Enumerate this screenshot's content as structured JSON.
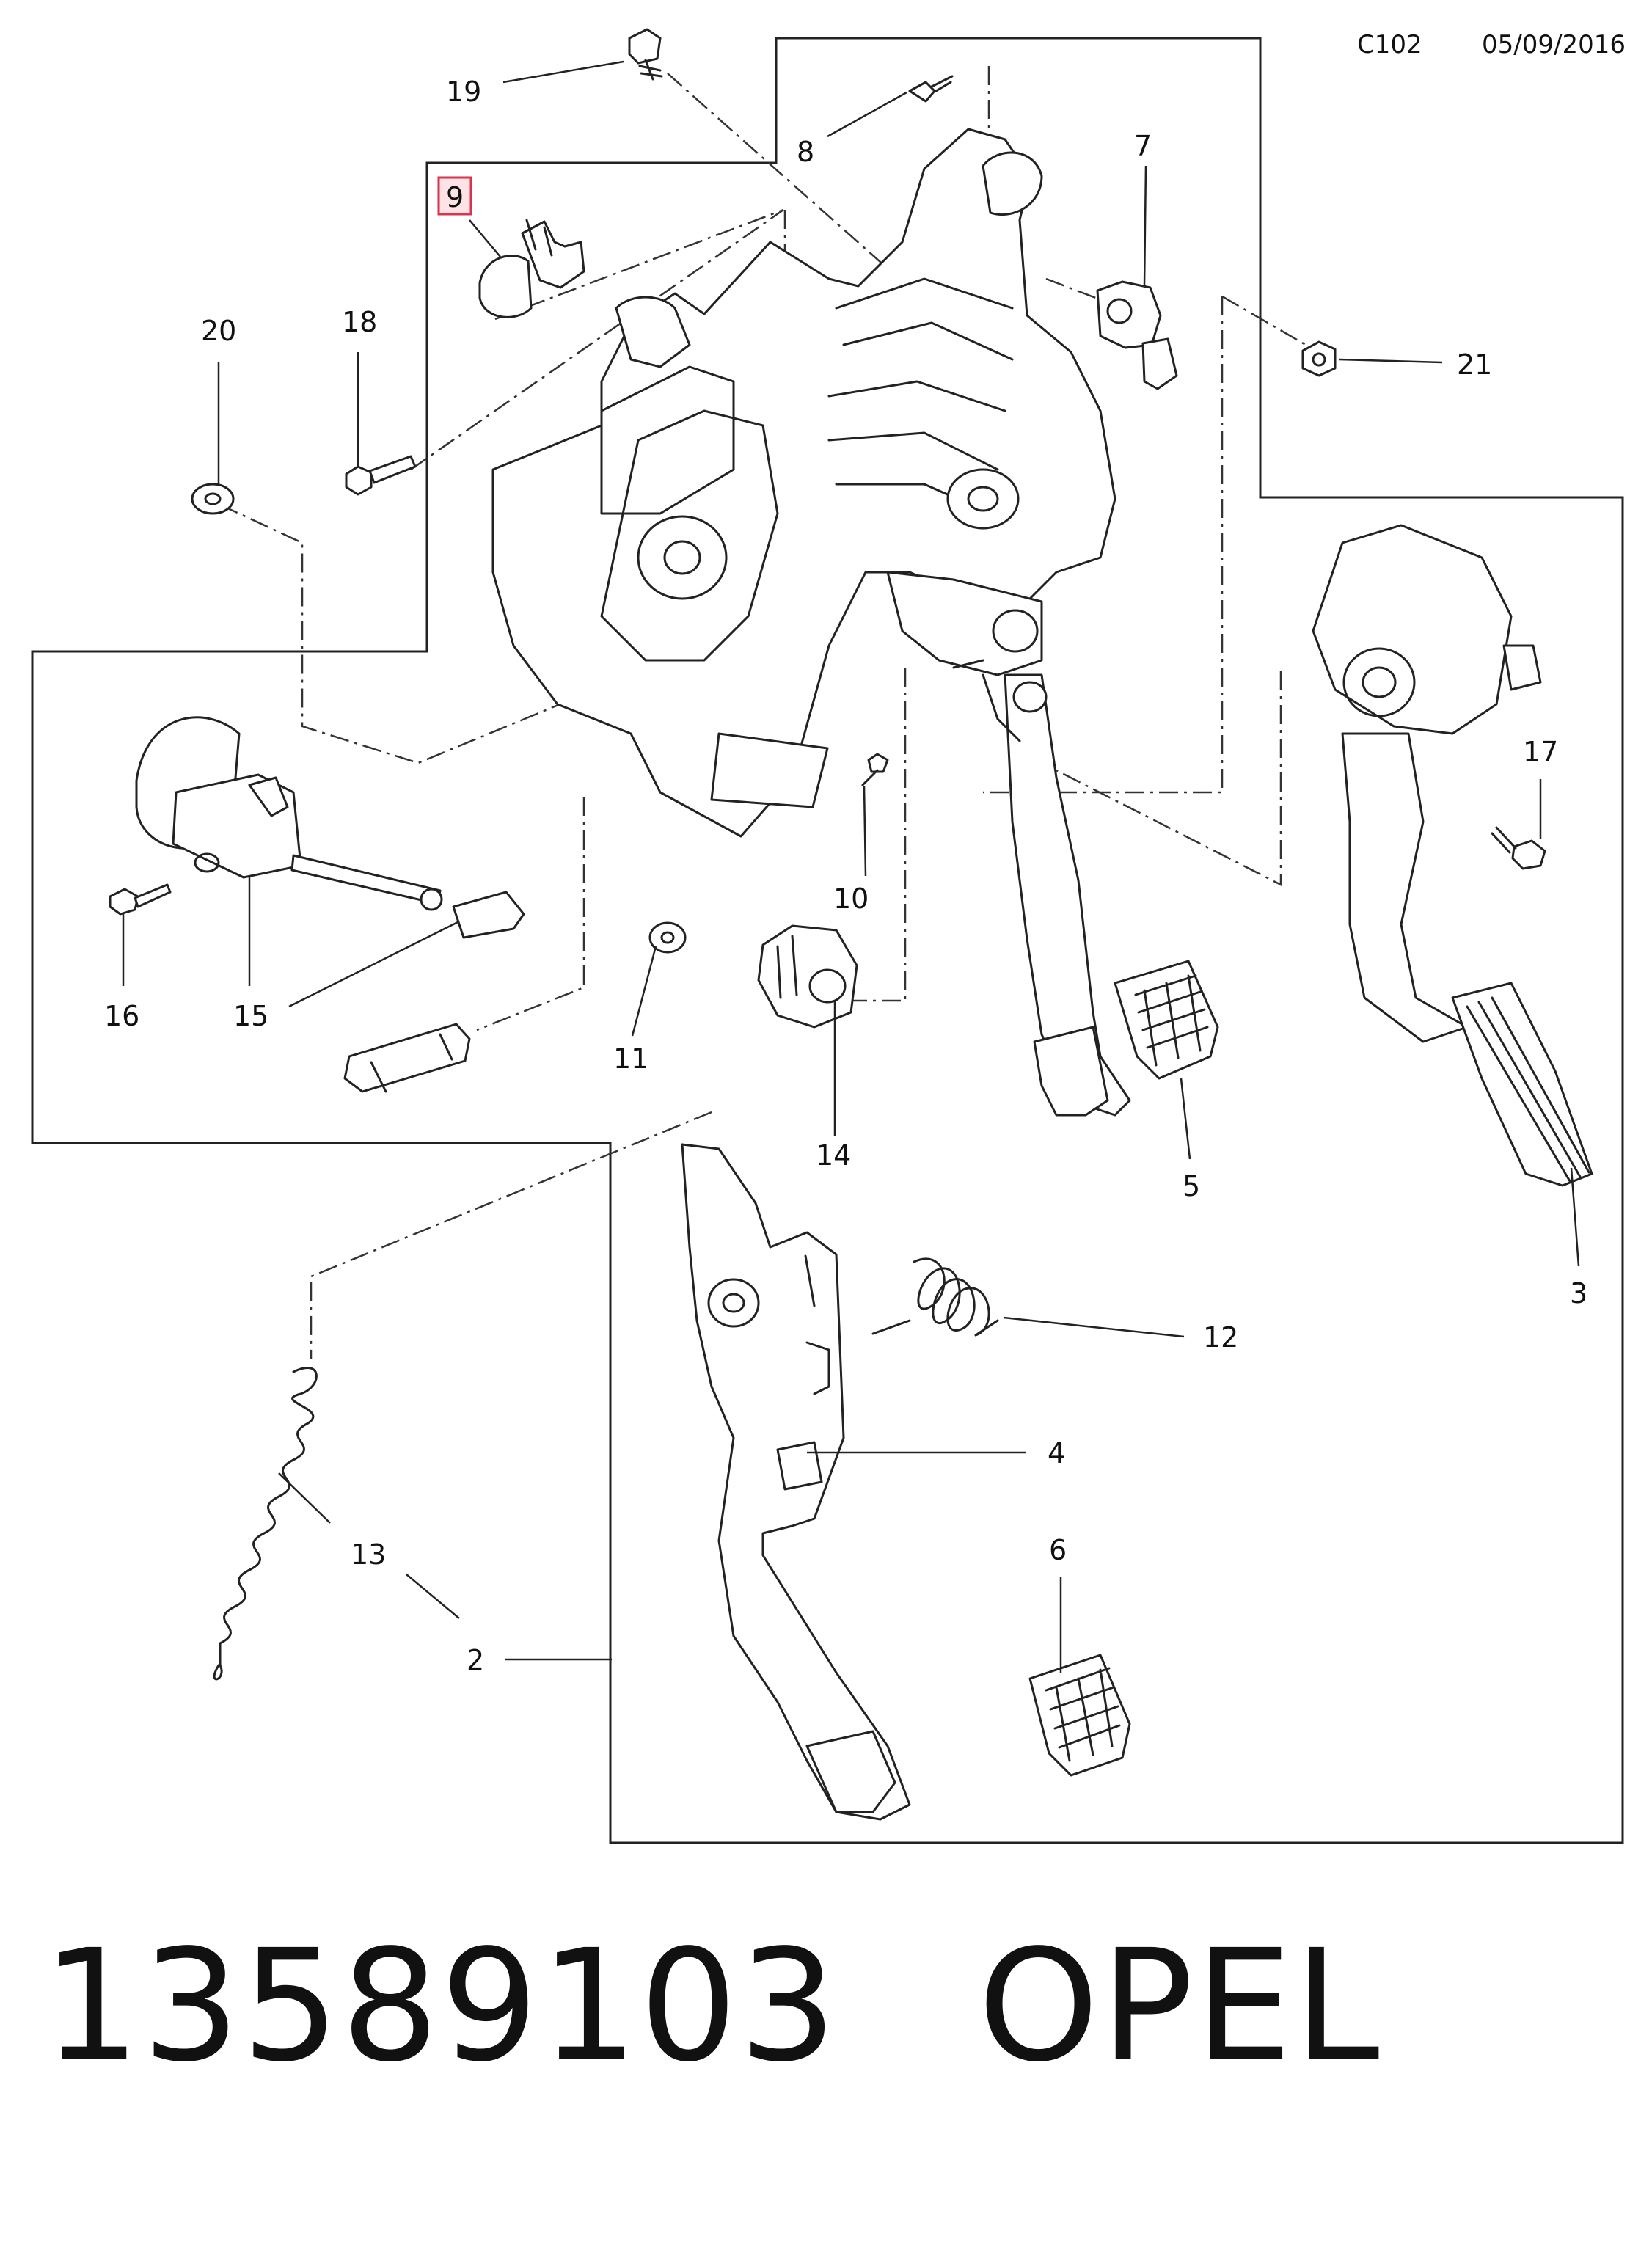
{
  "header": {
    "code": "C102",
    "date": "05/09/2016"
  },
  "callouts": {
    "c2": "2",
    "c3": "3",
    "c4": "4",
    "c5": "5",
    "c6": "6",
    "c7": "7",
    "c8": "8",
    "c9": "9",
    "c10": "10",
    "c11": "11",
    "c12": "12",
    "c13": "13",
    "c14": "14",
    "c15": "15",
    "c16": "16",
    "c17": "17",
    "c18": "18",
    "c19": "19",
    "c20": "20",
    "c21": "21"
  },
  "highlighted_callout": "9",
  "caption": {
    "part_number": "13589103",
    "brand": "OPEL"
  },
  "colors": {
    "line": "#222222",
    "highlight_border": "#d9334f",
    "highlight_fill": "#fde3e6",
    "background": "#ffffff"
  }
}
